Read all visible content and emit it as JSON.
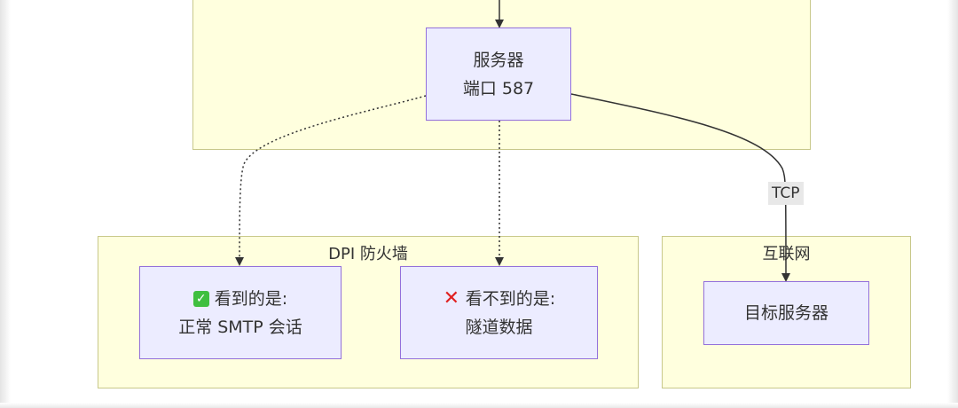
{
  "clusters": {
    "top": {
      "title": ""
    },
    "dpi": {
      "title": "DPI 防火墙"
    },
    "internet": {
      "title": "互联网"
    }
  },
  "nodes": {
    "server": {
      "line1": "服务器",
      "line2": "端口 587"
    },
    "seen": {
      "icon": "check-mark-icon",
      "line1": "看到的是:",
      "line2": "正常 SMTP 会话"
    },
    "unseen": {
      "icon": "cross-mark-icon",
      "line1": "看不到的是:",
      "line2": "隧道数据"
    },
    "target": {
      "line1": "目标服务器"
    }
  },
  "edges": {
    "tcp_label": "TCP"
  },
  "colors": {
    "cluster_fill": "#ffffde",
    "cluster_border": "#c8c88a",
    "node_fill": "#ececff",
    "node_border": "#9370db",
    "edge": "#333333"
  }
}
